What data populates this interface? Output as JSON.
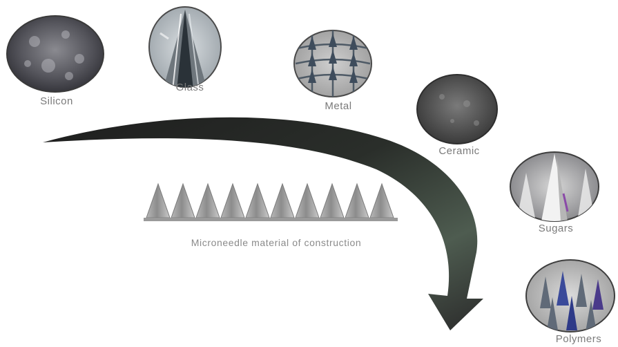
{
  "materials": [
    {
      "id": "silicon",
      "label": "Silicon",
      "icon": "silicon-wafer-image"
    },
    {
      "id": "glass",
      "label": "Glass",
      "icon": "glass-needle-image"
    },
    {
      "id": "metal",
      "label": "Metal",
      "icon": "metal-needle-array-image"
    },
    {
      "id": "ceramic",
      "label": "Ceramic",
      "icon": "ceramic-surface-image"
    },
    {
      "id": "sugars",
      "label": "Sugars",
      "icon": "sugar-needle-image"
    },
    {
      "id": "polymers",
      "label": "Polymers",
      "icon": "polymer-needle-array-image"
    }
  ],
  "caption": "Microneedle material of construction",
  "colors": {
    "arrow_dark": "#1b1b1b",
    "arrow_mid": "#5a6a58",
    "needle": "#8c8c8c",
    "label": "#7a7a7a"
  }
}
